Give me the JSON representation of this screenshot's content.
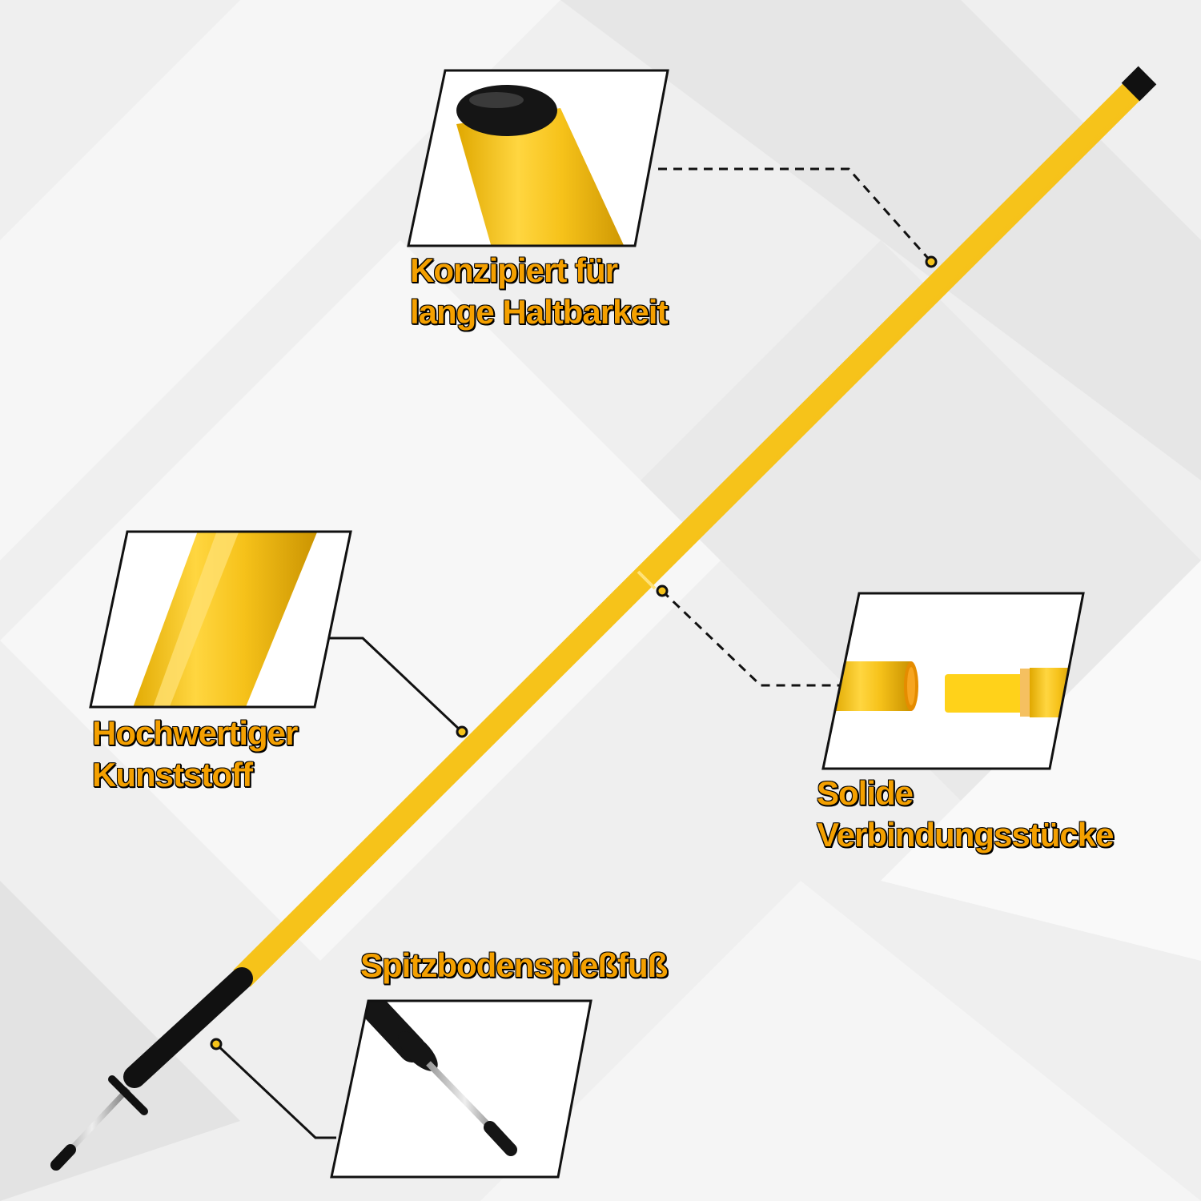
{
  "captions": {
    "durability": {
      "line1": "Konzipiert für",
      "line2": "lange Haltbarkeit"
    },
    "material": {
      "line1": "Hochwertiger",
      "line2": "Kunststoff"
    },
    "connectors": {
      "line1": "Solide",
      "line2": "Verbindungsstücke"
    },
    "spike_foot": {
      "line1": "Spitzbodenspießfuß"
    }
  },
  "colors": {
    "pole_yellow": "#f6c31a",
    "caption_orange": "#f4a000",
    "outline_black": "#111111"
  }
}
